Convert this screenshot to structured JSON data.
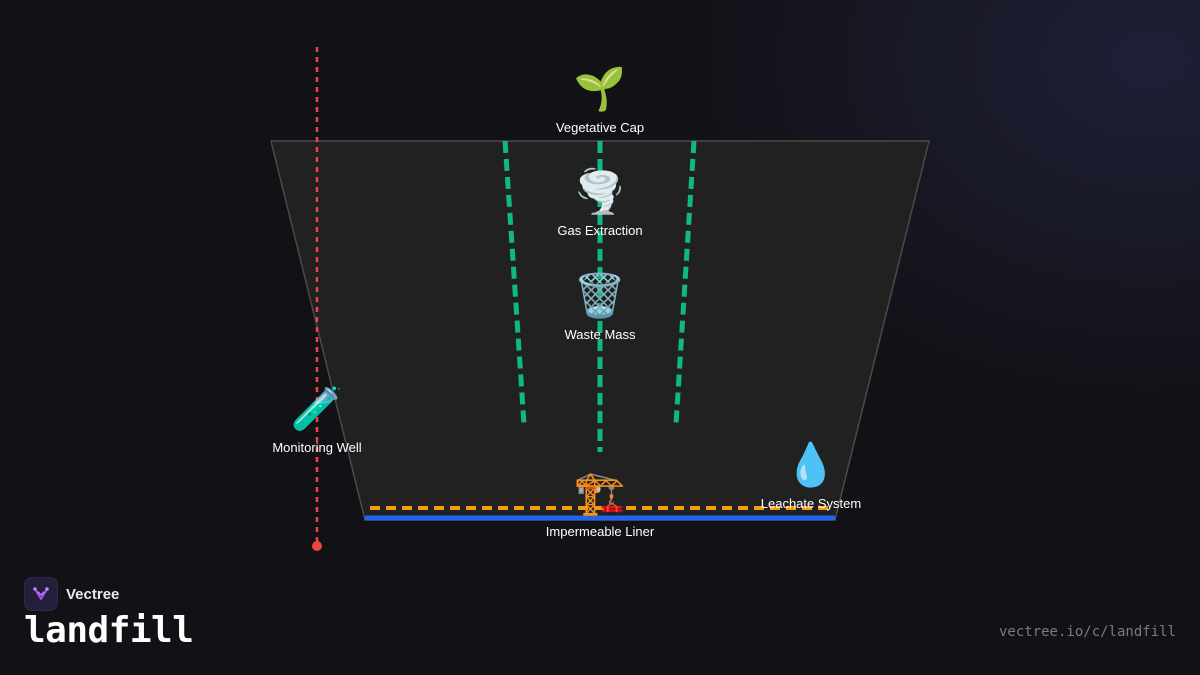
{
  "diagram": {
    "nodes": {
      "vegetative_cap": {
        "icon": "seedling-icon",
        "emoji": "🌱",
        "label": "Vegetative Cap"
      },
      "gas_extraction": {
        "icon": "tornado-icon",
        "emoji": "🌪️",
        "label": "Gas Extraction"
      },
      "waste_mass": {
        "icon": "wastebasket-icon",
        "emoji": "🗑️",
        "label": "Waste Mass"
      },
      "monitoring_well": {
        "icon": "test-tube-icon",
        "emoji": "🧪",
        "label": "Monitoring Well"
      },
      "leachate_system": {
        "icon": "droplet-icon",
        "emoji": "💧",
        "label": "Leachate System"
      },
      "impermeable_liner": {
        "icon": "crane-icon",
        "emoji": "🏗️",
        "label": "Impermeable Liner"
      }
    },
    "colors": {
      "landfill_body": "#212121",
      "landfill_outline": "#4a4a4a",
      "gas_wells": "#10b981",
      "monitoring_well": "#ef4444",
      "leachate_pipe": "#f59e0b",
      "liner": "#2563eb"
    }
  },
  "brand": {
    "name": "Vectree",
    "slug": "landfill",
    "url": "vectree.io/c/landfill"
  }
}
